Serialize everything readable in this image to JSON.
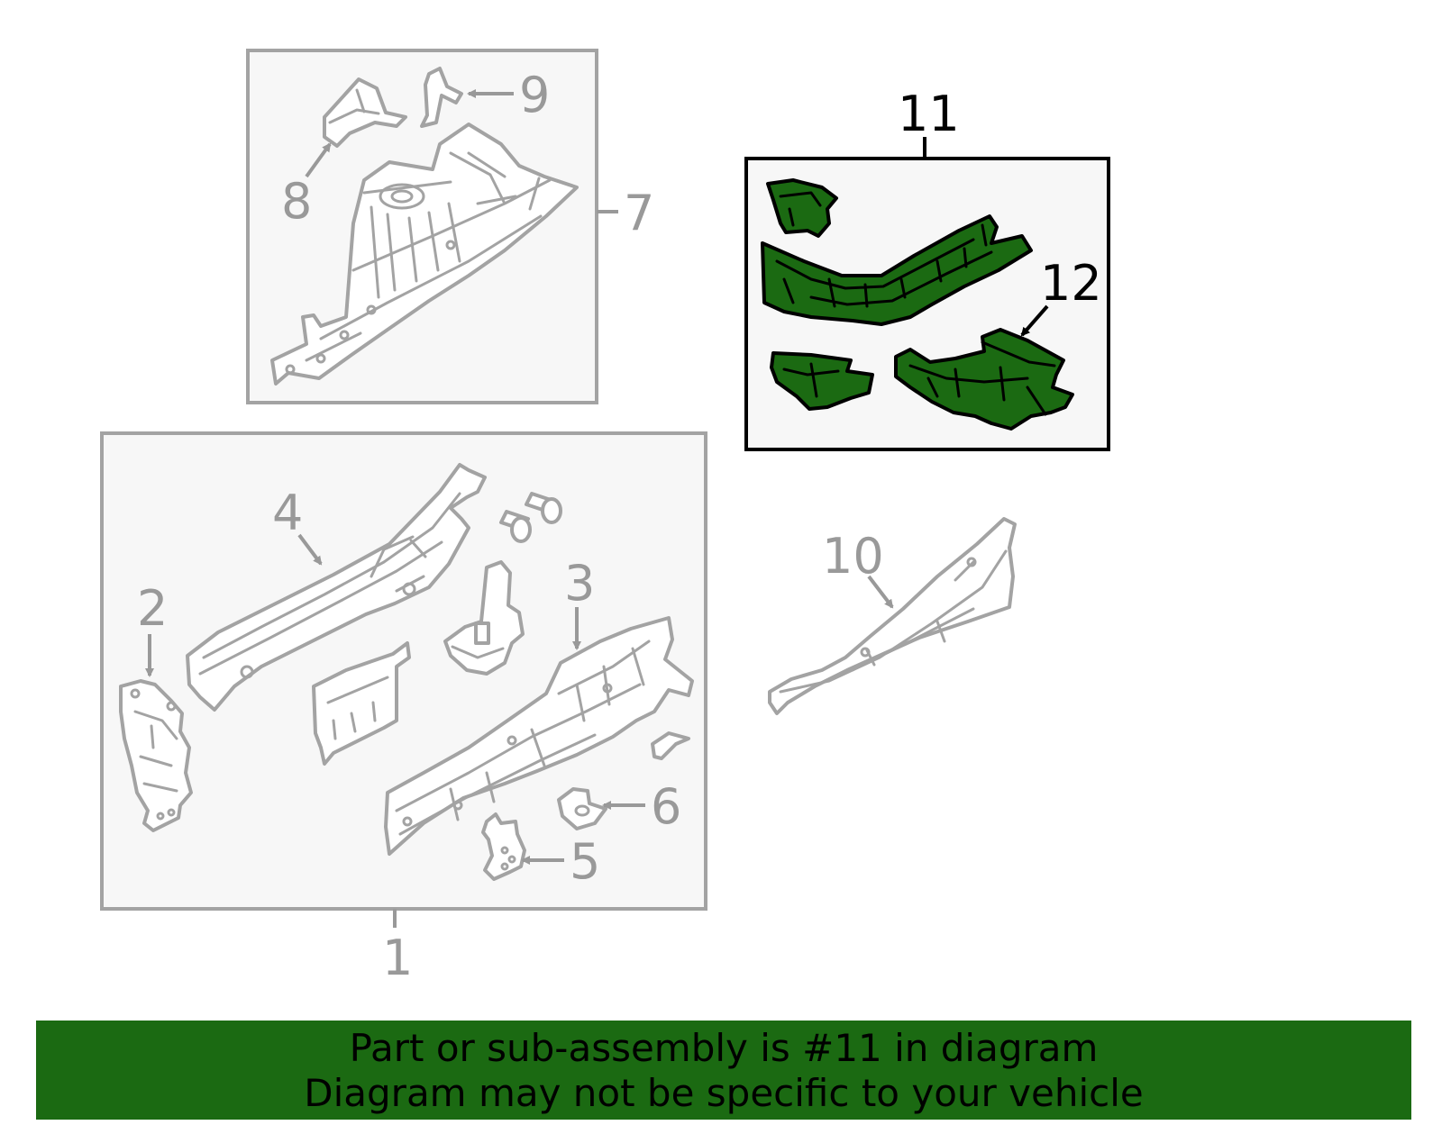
{
  "callouts": {
    "c1": "1",
    "c2": "2",
    "c3": "3",
    "c4": "4",
    "c5": "5",
    "c6": "6",
    "c7": "7",
    "c8": "8",
    "c9": "9",
    "c10": "10",
    "c11": "11",
    "c12": "12"
  },
  "highlighted_part": "11",
  "banner": {
    "line1": "Part or sub-assembly is #11 in diagram",
    "line2": "Diagram may not be specific to your vehicle"
  },
  "colors": {
    "highlight_green": "#1b6a12",
    "outline_grey": "#a3a3a3",
    "box_fill": "#f7f7f7"
  }
}
